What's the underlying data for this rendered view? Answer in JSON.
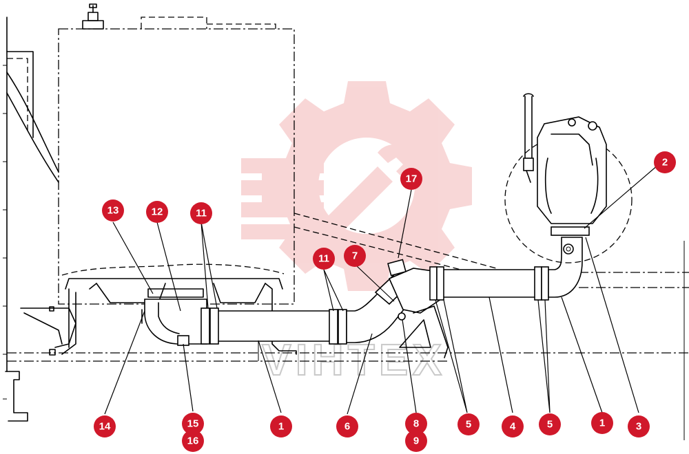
{
  "diagram": {
    "accent_color": "#d0182a",
    "watermark": {
      "text": "VIHTEX",
      "logo": "gear-wrench-logo",
      "color": "#f3b6b6"
    },
    "callouts": [
      {
        "id": "c13",
        "label": "13"
      },
      {
        "id": "c12",
        "label": "12"
      },
      {
        "id": "c11a",
        "label": "11"
      },
      {
        "id": "c11b",
        "label": "11"
      },
      {
        "id": "c7",
        "label": "7"
      },
      {
        "id": "c17",
        "label": "17"
      },
      {
        "id": "c2",
        "label": "2"
      },
      {
        "id": "c14",
        "label": "14"
      },
      {
        "id": "c15",
        "label": "15"
      },
      {
        "id": "c16",
        "label": "16"
      },
      {
        "id": "c1a",
        "label": "1"
      },
      {
        "id": "c6",
        "label": "6"
      },
      {
        "id": "c8",
        "label": "8"
      },
      {
        "id": "c9",
        "label": "9"
      },
      {
        "id": "c5a",
        "label": "5"
      },
      {
        "id": "c4",
        "label": "4"
      },
      {
        "id": "c5b",
        "label": "5"
      },
      {
        "id": "c1b",
        "label": "1"
      },
      {
        "id": "c3",
        "label": "3"
      }
    ]
  }
}
